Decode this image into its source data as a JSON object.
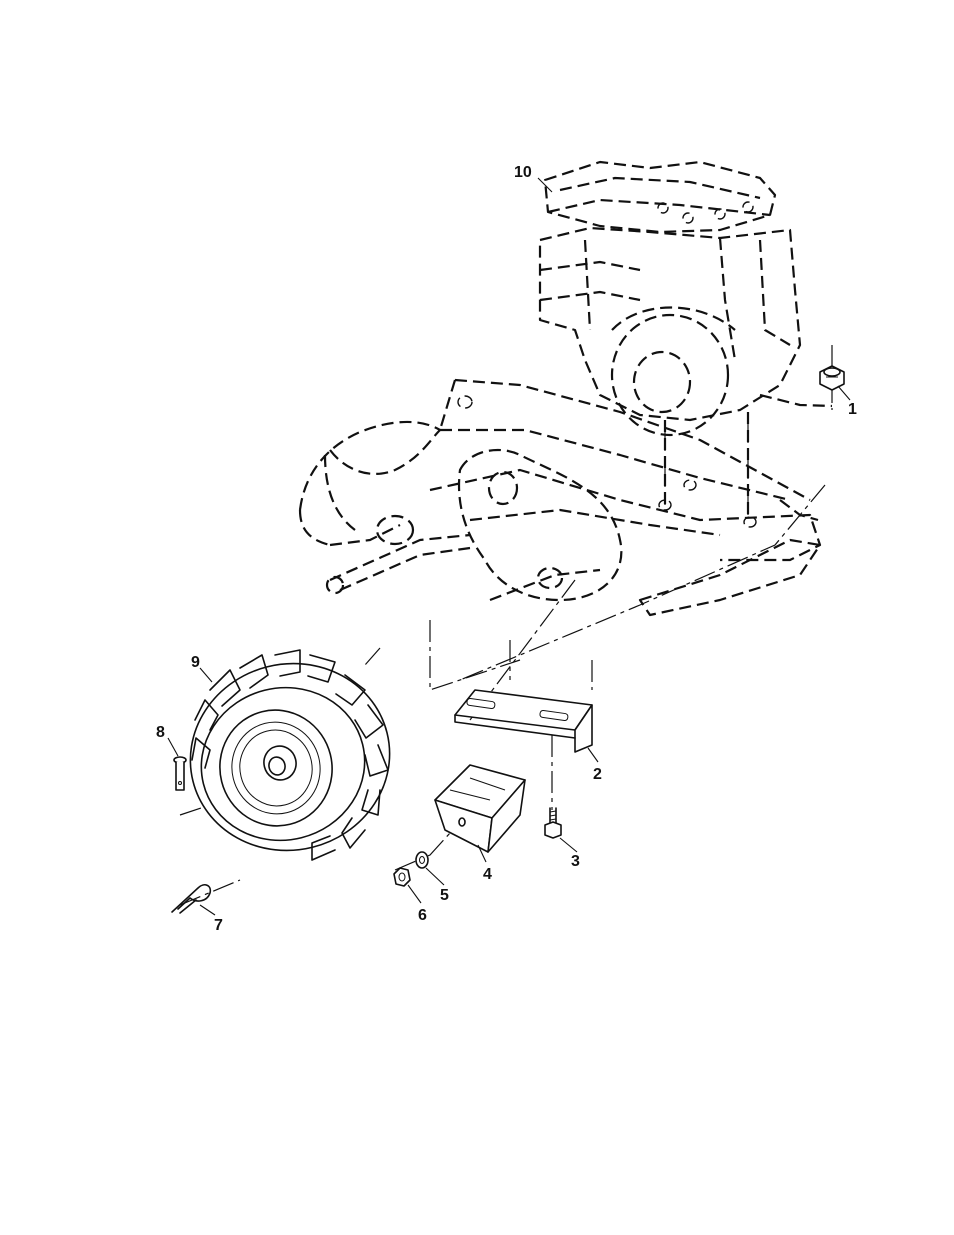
{
  "diagram": {
    "callouts": {
      "p1": "1",
      "p2": "2",
      "p3": "3",
      "p4": "4",
      "p5": "5",
      "p6": "6",
      "p7": "7",
      "p8": "8",
      "p9": "9",
      "p10": "10"
    }
  }
}
